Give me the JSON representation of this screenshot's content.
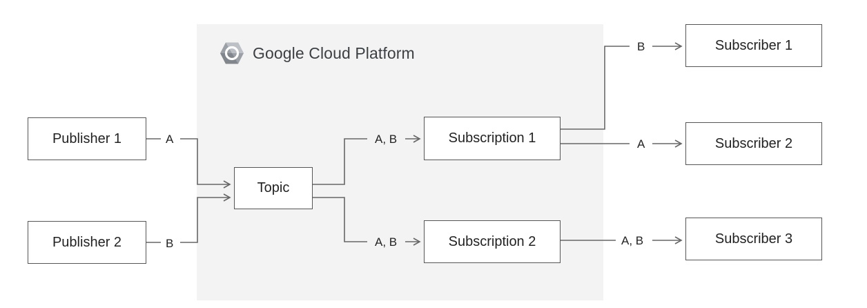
{
  "header": {
    "title": "Google Cloud Platform",
    "logo_icon": "google-cloud-hexagon-icon"
  },
  "nodes": {
    "publisher_1": "Publisher 1",
    "publisher_2": "Publisher 2",
    "topic": "Topic",
    "subscription_1": "Subscription 1",
    "subscription_2": "Subscription 2",
    "subscriber_1": "Subscriber 1",
    "subscriber_2": "Subscriber 2",
    "subscriber_3": "Subscriber 3"
  },
  "edges": {
    "publisher_1_to_topic": "A",
    "publisher_2_to_topic": "B",
    "topic_to_subscription_1": "A, B",
    "topic_to_subscription_2": "A, B",
    "subscription_1_to_subscriber_1": "B",
    "subscription_1_to_subscriber_2": "A",
    "subscription_2_to_subscriber_3": "A, B"
  }
}
